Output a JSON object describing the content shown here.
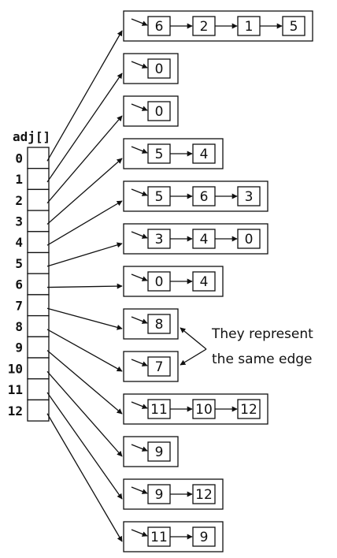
{
  "array_label": "adj[]",
  "indices": [
    "0",
    "1",
    "2",
    "3",
    "4",
    "5",
    "6",
    "7",
    "8",
    "9",
    "10",
    "11",
    "12"
  ],
  "lists": [
    [
      "6",
      "2",
      "1",
      "5"
    ],
    [
      "0"
    ],
    [
      "0"
    ],
    [
      "5",
      "4"
    ],
    [
      "5",
      "6",
      "3"
    ],
    [
      "3",
      "4",
      "0"
    ],
    [
      "0",
      "4"
    ],
    [
      "8"
    ],
    [
      "7"
    ],
    [
      "11",
      "10",
      "12"
    ],
    [
      "9"
    ],
    [
      "9",
      "12"
    ],
    [
      "11",
      "9"
    ]
  ],
  "annotation": {
    "line1": "They represent",
    "line2": "the same edge"
  }
}
